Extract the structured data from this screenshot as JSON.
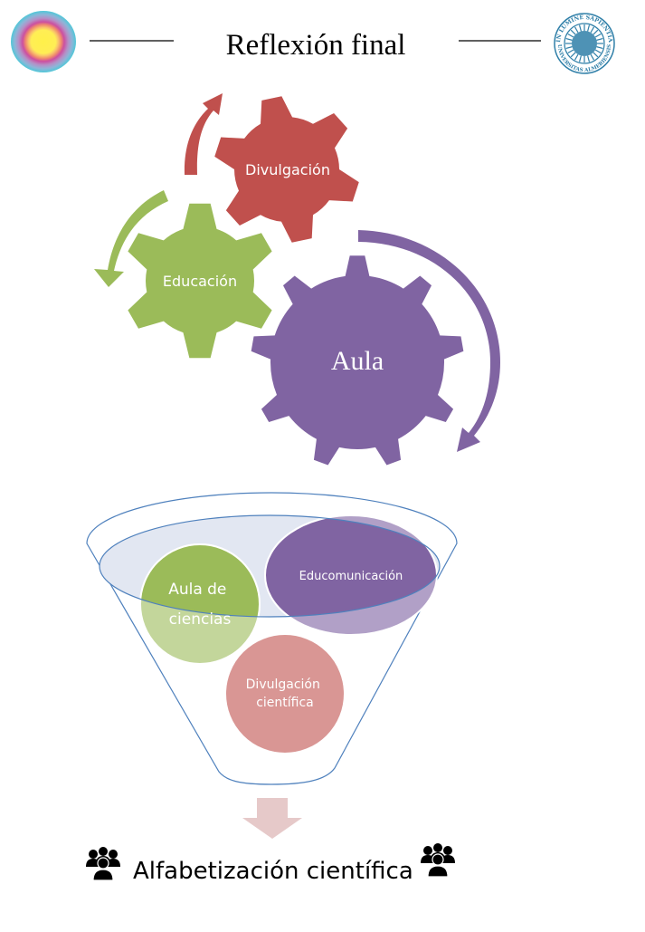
{
  "header": {
    "title": "Reflexión final",
    "left_logo": "concentric-circles-logo",
    "right_logo": "university-seal-logo",
    "right_logo_text_top": "IN LUMINE SAPIENTIA",
    "right_logo_text_bottom": "UNIVERSITAS ALMERIENSIS"
  },
  "gears": [
    {
      "label": "Divulgación",
      "color": "#C0504D",
      "teeth": 6
    },
    {
      "label": "Educación",
      "color": "#9BBB59",
      "teeth": 6
    },
    {
      "label": "Aula",
      "color": "#8064A2",
      "teeth": 9
    }
  ],
  "cycle_arrows": [
    {
      "color": "#C0504D",
      "icon": "curved-arrow-up"
    },
    {
      "color": "#9BBB59",
      "icon": "curved-arrow-down"
    },
    {
      "color": "#8064A2",
      "icon": "curved-arrow-clockwise"
    }
  ],
  "funnel": {
    "outline_color": "#4F81BD",
    "fill_color": "#E2E7F2",
    "items": [
      {
        "label_lines": [
          "Aula de",
          "ciencias"
        ],
        "color": "#9BBB59"
      },
      {
        "label_lines": [
          "Educomunicación"
        ],
        "color": "#8064A2"
      },
      {
        "label_lines": [
          "Divulgación",
          "científica"
        ],
        "color": "#D99694"
      }
    ],
    "output_arrow_color": "#E6C9C9"
  },
  "result": {
    "label": "Alfabetización científica",
    "icon": "people-group-icon"
  }
}
